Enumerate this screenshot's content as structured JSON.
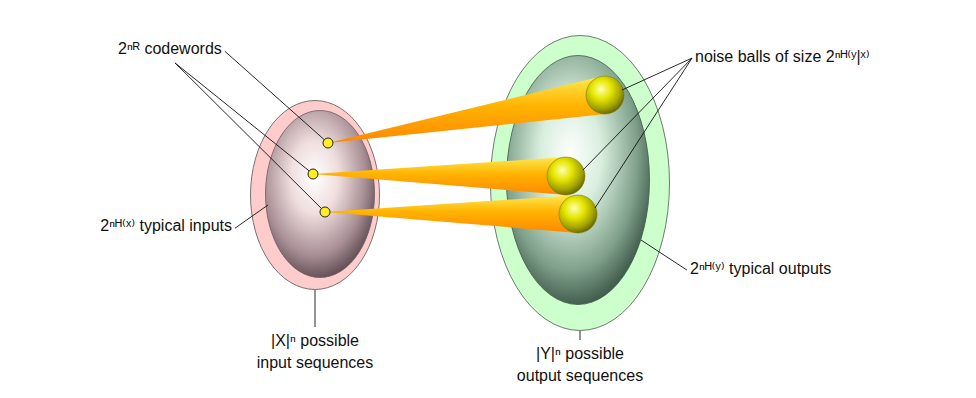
{
  "diagram": {
    "nodes": [
      {
        "text": [
          "|X|ⁿ possible input sequences"
        ]
      },
      {
        "text": [
          "2ⁿᴴ⁽ˣ⁾ typical inputs"
        ],
        "in": 0
      },
      {
        "text": [
          "|Y|ⁿ possible output sequences"
        ]
      },
      {
        "text": [
          "2ⁿᴴ⁽ʸ⁾ typical outputs"
        ],
        "in": 2
      }
    ],
    "labels": [
      "2ⁿᴿ codewords",
      "noise balls of size 2ⁿᴴ⁽ʸ|ˣ⁾"
    ]
  }
}
